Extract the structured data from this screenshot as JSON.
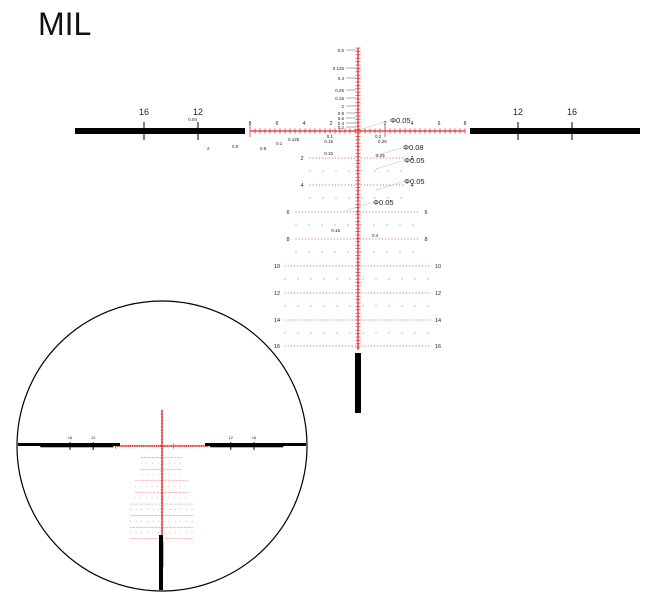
{
  "title": "MIL",
  "colors": {
    "reticle": "#e03030",
    "post": "#000000",
    "text": "#222222"
  },
  "bar_labels": {
    "left_outer": "16",
    "left_inner": "12",
    "right_inner": "12",
    "right_outer": "16"
  },
  "horizontal_scale_labels": [
    "8",
    "6",
    "4",
    "2",
    "2",
    "4",
    "6",
    "8"
  ],
  "row_labels": [
    "2",
    "4",
    "6",
    "8",
    "10",
    "12",
    "14",
    "16"
  ],
  "vertical_callouts": [
    "0.6",
    "0.125",
    "0.4",
    "0.25",
    "0.15",
    "2",
    "0.8",
    "0.6",
    "0.4",
    "0.2"
  ],
  "left_callouts": {
    "bar_top": "0.04",
    "bar_a": "2",
    "bar_b": "0.5",
    "h_a": "0.6",
    "h_b": "0.1",
    "h_c": "0.125"
  },
  "center_callouts": [
    "0.1",
    "0.15",
    "0.2",
    "0.25",
    "0.15",
    "0.25",
    "0.15",
    "0.4"
  ],
  "dot_callouts": [
    "Φ0.05",
    "Φ0.08",
    "Φ0.05",
    "Φ0.05",
    "Φ0.05"
  ]
}
